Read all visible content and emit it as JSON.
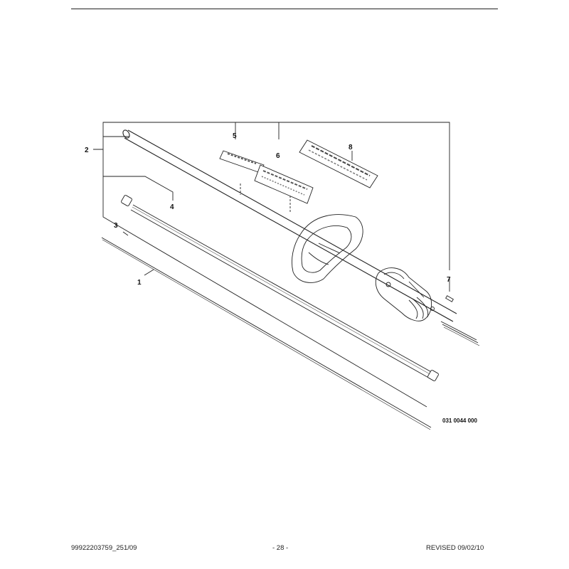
{
  "diagram": {
    "callouts": [
      "1",
      "2",
      "3",
      "4",
      "5",
      "6",
      "7",
      "8"
    ],
    "figure_number": "031 0044 000"
  },
  "footer": {
    "left": "99922203759_251/09",
    "center": "- 28 -",
    "right": "REVISED 09/02/10"
  }
}
